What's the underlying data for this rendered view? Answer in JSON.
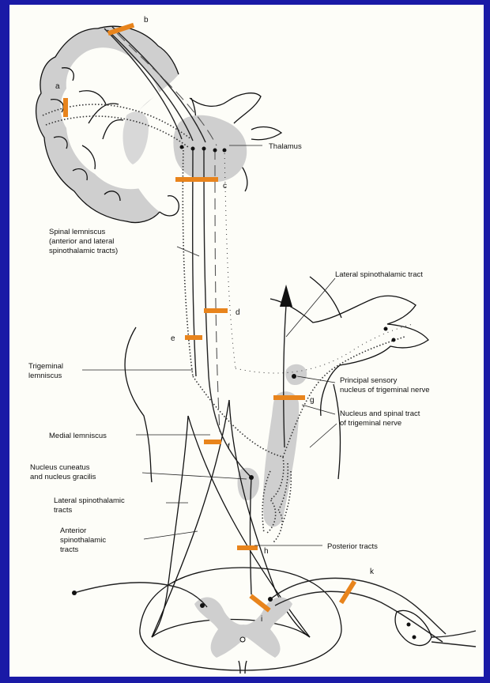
{
  "labels": {
    "thalamus": "Thalamus",
    "spinal_lemniscus_1": "Spinal lemniscus",
    "spinal_lemniscus_2": "(anterior and lateral",
    "spinal_lemniscus_3": "spinothalamic tracts)",
    "lateral_st_tract_top": "Lateral spinothalamic tract",
    "trigeminal_lemniscus_1": "Trigeminal",
    "trigeminal_lemniscus_2": "lemniscus",
    "principal_sensory_1": "Principal sensory",
    "principal_sensory_2": "nucleus of trigeminal nerve",
    "nucleus_spinal_tract_1": "Nucleus and spinal tract",
    "nucleus_spinal_tract_2": "of trigeminal nerve",
    "medial_lemniscus": "Medial lemniscus",
    "nucleus_cuneatus_1": "Nucleus cuneatus",
    "nucleus_cuneatus_2": "and nucleus gracilis",
    "lateral_st_tracts_1": "Lateral spinothalamic",
    "lateral_st_tracts_2": "tracts",
    "anterior_st_1": "Anterior",
    "anterior_st_2": "spinothalamic",
    "anterior_st_3": "tracts",
    "posterior_tracts": "Posterior tracts"
  },
  "lesion_letters": {
    "a": "a",
    "b": "b",
    "c": "c",
    "d": "d",
    "e": "e",
    "f": "f",
    "g": "g",
    "h": "h",
    "i": "i",
    "k": "k"
  },
  "colors": {
    "background": "#1a1aa6",
    "paper": "#fdfdf8",
    "lesion_marker": "#e8841c",
    "grey_matter": "#cfcfcf"
  }
}
